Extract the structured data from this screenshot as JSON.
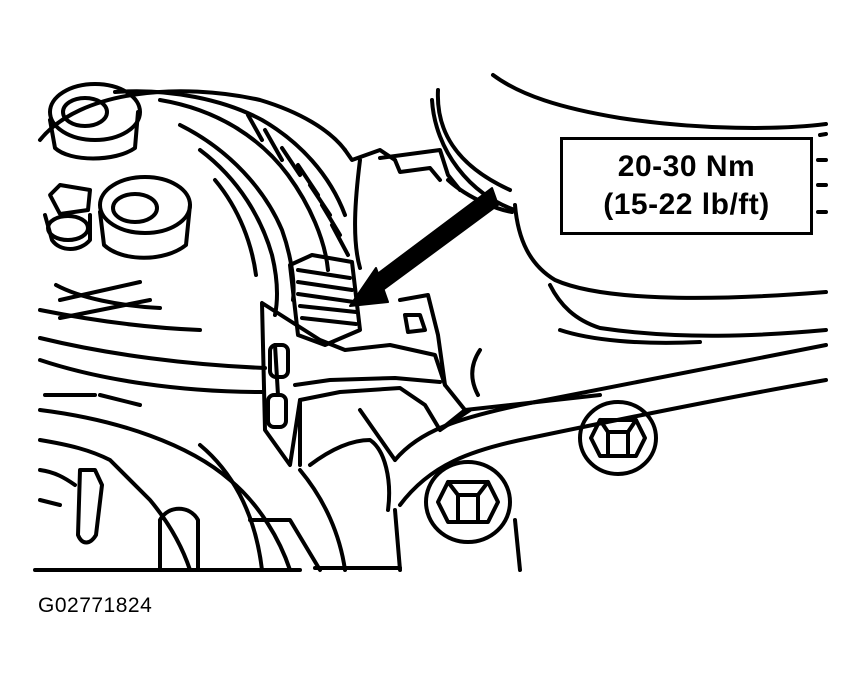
{
  "callout": {
    "torque_metric": "20-30 Nm",
    "torque_imperial": "(15-22 lb/ft)"
  },
  "figure": {
    "id": "G02771824"
  },
  "colors": {
    "ink": "#000000",
    "paper": "#ffffff"
  },
  "icons": {
    "pointer": "arrow-pointer-icon",
    "bolt": "hex-bolt-icon"
  }
}
